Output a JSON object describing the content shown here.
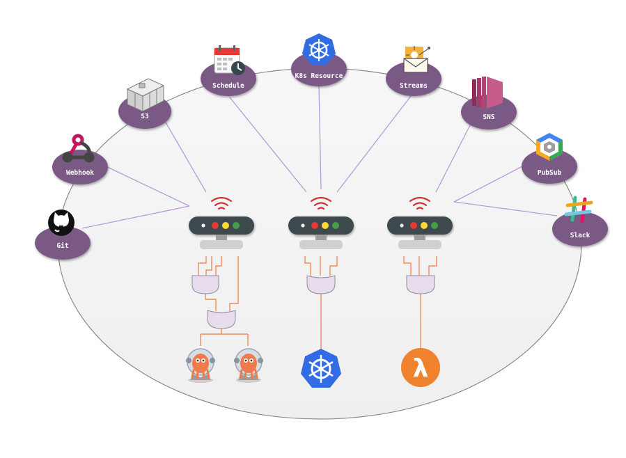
{
  "sources": [
    {
      "id": "git",
      "label": "Git",
      "icon": "github-icon"
    },
    {
      "id": "webhook",
      "label": "Webhook",
      "icon": "webhook-icon"
    },
    {
      "id": "s3",
      "label": "S3",
      "icon": "s3-bucket-icon"
    },
    {
      "id": "schedule",
      "label": "Schedule",
      "icon": "calendar-clock-icon"
    },
    {
      "id": "k8s",
      "label": "K8s Resource",
      "icon": "kubernetes-icon"
    },
    {
      "id": "streams",
      "label": "Streams",
      "icon": "streams-envelope-icon"
    },
    {
      "id": "sns",
      "label": "SNS",
      "icon": "sns-icon"
    },
    {
      "id": "pubsub",
      "label": "PubSub",
      "icon": "pubsub-hexagon-icon"
    },
    {
      "id": "slack",
      "label": "Slack",
      "icon": "slack-icon"
    }
  ],
  "gateways": [
    {
      "id": "gateway-1",
      "leds": [
        "red",
        "yellow",
        "green"
      ]
    },
    {
      "id": "gateway-2",
      "leds": [
        "red",
        "yellow",
        "green"
      ]
    },
    {
      "id": "gateway-3",
      "leds": [
        "red",
        "yellow",
        "green"
      ]
    }
  ],
  "targets": [
    {
      "id": "argo-workflows",
      "icon": "argo-octopus-icon"
    },
    {
      "id": "kubernetes",
      "icon": "kubernetes-icon"
    },
    {
      "id": "lambda",
      "icon": "aws-lambda-icon",
      "glyph": "λ"
    }
  ],
  "colors": {
    "node_fill": "#7a5a85",
    "connector": "#b79ad8",
    "wire": "#f08a5d",
    "gate_fill": "#e6dcec",
    "ring_fill": "#f4f4f4",
    "ring_stroke": "#8a8a8a",
    "gateway_body": "#3c4a4d",
    "kubernetes": "#326ce5",
    "lambda": "#f0822d",
    "signal": "#d32f2f"
  }
}
